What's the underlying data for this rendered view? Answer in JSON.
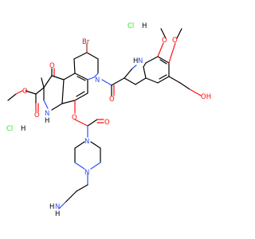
{
  "molecule": {
    "salts": [
      {
        "element": "Cl",
        "hydrogen": "H"
      },
      {
        "element": "Cl",
        "hydrogen": "H"
      }
    ],
    "atoms": {
      "br": "Br",
      "ketone_o": "O",
      "ester_o_carbonyl": "O",
      "ester_o_methoxy": "O",
      "pyrrole_nh_left": "H",
      "pyrrole_n_left": "N",
      "ring_n": "N",
      "amide_o": "O",
      "indole_nh": "H",
      "indole_n": "N",
      "methoxy_o1": "O",
      "methoxy_o2": "O",
      "hydroxyl": "OH",
      "carbamate_o_ring": "O",
      "carbamate_o_carbonyl": "O",
      "piperazine_n1": "N",
      "piperazine_n2": "N",
      "amine_h": "H",
      "amine_n": "N",
      "amine_h2": "H"
    },
    "colors": {
      "carbon": "#000000",
      "oxygen": "#ff0d0d",
      "nitrogen": "#3050f8",
      "bromine": "#a62929",
      "chlorine": "#1ff01f"
    }
  }
}
